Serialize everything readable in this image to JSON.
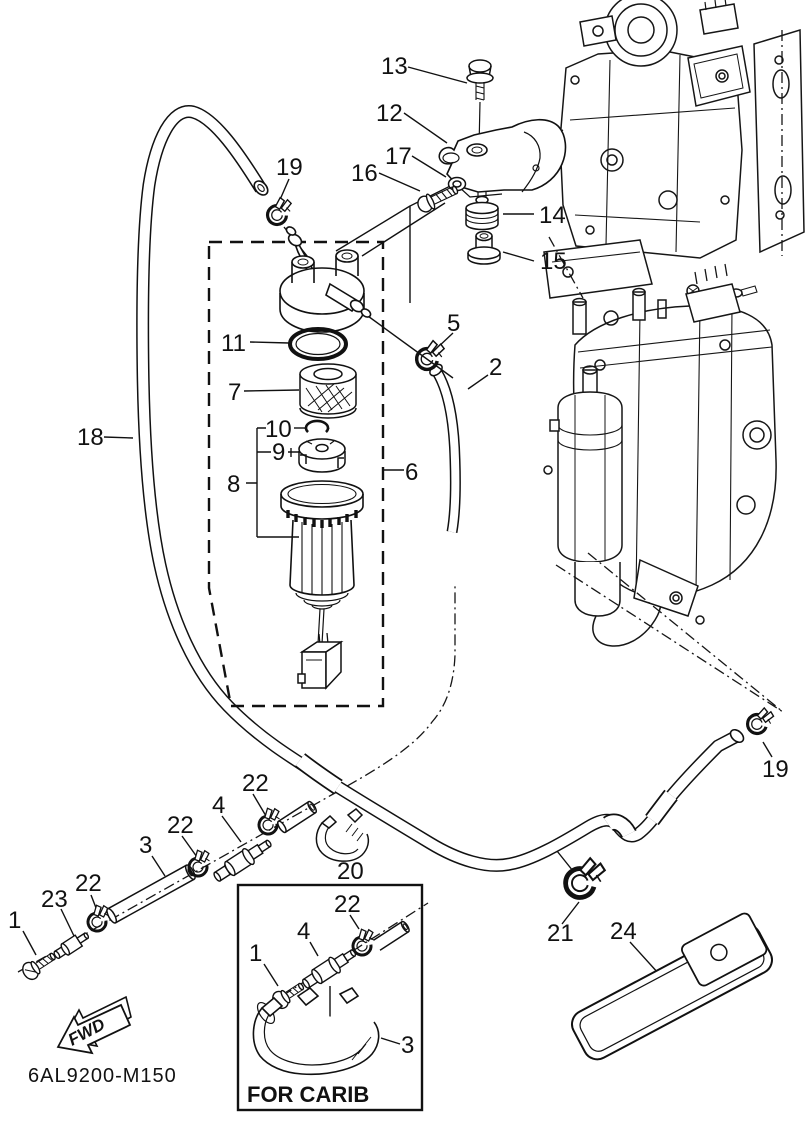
{
  "diagram": {
    "part_code": "6AL9200-M150",
    "fwd_label": "FWD",
    "carib_label": "FOR CARIB",
    "ink_color": "#111111",
    "background_color": "#ffffff"
  },
  "callouts": [
    {
      "id": "13",
      "label": "13"
    },
    {
      "id": "12",
      "label": "12"
    },
    {
      "id": "17",
      "label": "17"
    },
    {
      "id": "16",
      "label": "16"
    },
    {
      "id": "14",
      "label": "14"
    },
    {
      "id": "15",
      "label": "15"
    },
    {
      "id": "19-top",
      "label": "19"
    },
    {
      "id": "11",
      "label": "11"
    },
    {
      "id": "7",
      "label": "7"
    },
    {
      "id": "10",
      "label": "10"
    },
    {
      "id": "9",
      "label": "9"
    },
    {
      "id": "8",
      "label": "8"
    },
    {
      "id": "6",
      "label": "6"
    },
    {
      "id": "5",
      "label": "5"
    },
    {
      "id": "2",
      "label": "2"
    },
    {
      "id": "18",
      "label": "18"
    },
    {
      "id": "19-bottom",
      "label": "19"
    },
    {
      "id": "22-a",
      "label": "22"
    },
    {
      "id": "4-a",
      "label": "4"
    },
    {
      "id": "22-b",
      "label": "22"
    },
    {
      "id": "3-a",
      "label": "3"
    },
    {
      "id": "20",
      "label": "20"
    },
    {
      "id": "22-c",
      "label": "22"
    },
    {
      "id": "23",
      "label": "23"
    },
    {
      "id": "1-a",
      "label": "1"
    },
    {
      "id": "21",
      "label": "21"
    },
    {
      "id": "24",
      "label": "24"
    },
    {
      "id": "22-d",
      "label": "22"
    },
    {
      "id": "4-b",
      "label": "4"
    },
    {
      "id": "1-b",
      "label": "1"
    },
    {
      "id": "3-b",
      "label": "3"
    }
  ]
}
